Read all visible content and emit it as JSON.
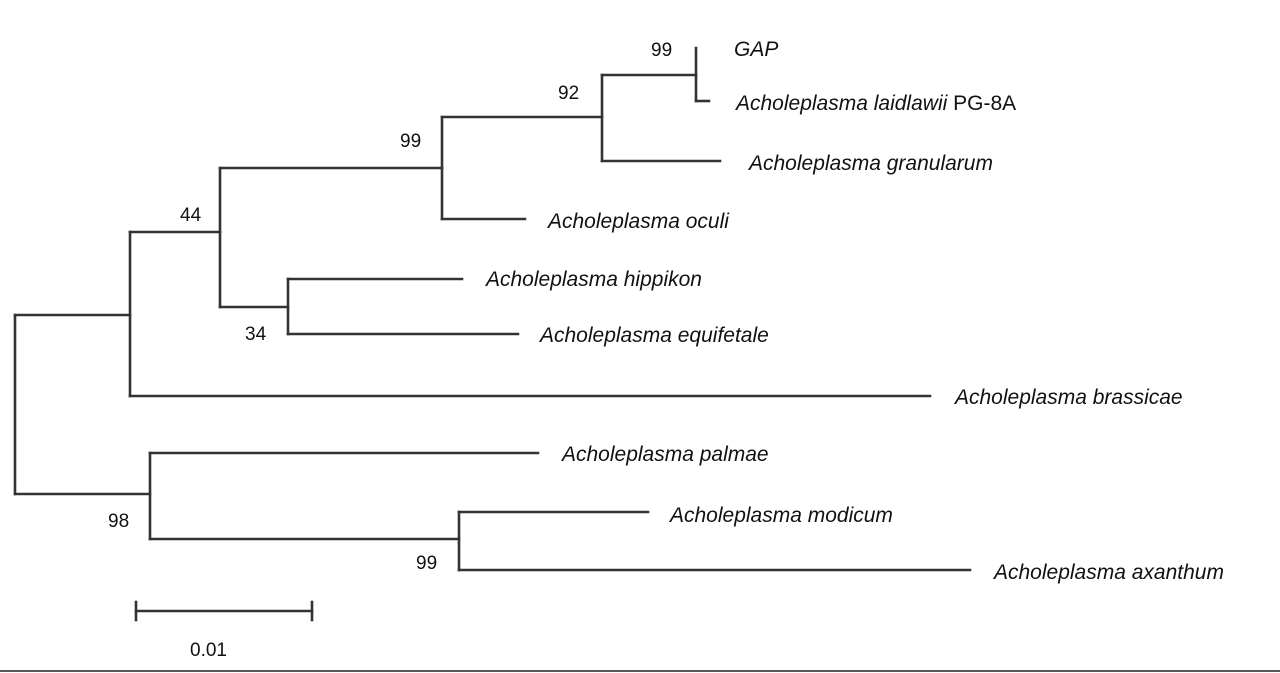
{
  "tree": {
    "taxa": [
      {
        "id": "t1",
        "genus_species": "GAP",
        "strain": ""
      },
      {
        "id": "t2",
        "genus_species": "Acholeplasma laidlawii",
        "strain": "PG-8A"
      },
      {
        "id": "t3",
        "genus_species": "Acholeplasma granularum",
        "strain": ""
      },
      {
        "id": "t4",
        "genus_species": "Acholeplasma oculi",
        "strain": ""
      },
      {
        "id": "t5",
        "genus_species": "Acholeplasma hippikon",
        "strain": ""
      },
      {
        "id": "t6",
        "genus_species": "Acholeplasma equifetale",
        "strain": ""
      },
      {
        "id": "t7",
        "genus_species": "Acholeplasma brassicae",
        "strain": ""
      },
      {
        "id": "t8",
        "genus_species": "Acholeplasma palmae",
        "strain": ""
      },
      {
        "id": "t9",
        "genus_species": "Acholeplasma modicum",
        "strain": ""
      },
      {
        "id": "t10",
        "genus_species": "Acholeplasma axanthum",
        "strain": ""
      }
    ],
    "support_values": {
      "gap_laidlawii": "99",
      "laidlawii_granularum": "92",
      "oculi_clade": "99",
      "hippikon_equifetale": "34",
      "upper_clade": "44",
      "palmae_clade": "98",
      "modicum_axanthum": "99"
    },
    "scale_bar": {
      "label": "0.01"
    }
  }
}
